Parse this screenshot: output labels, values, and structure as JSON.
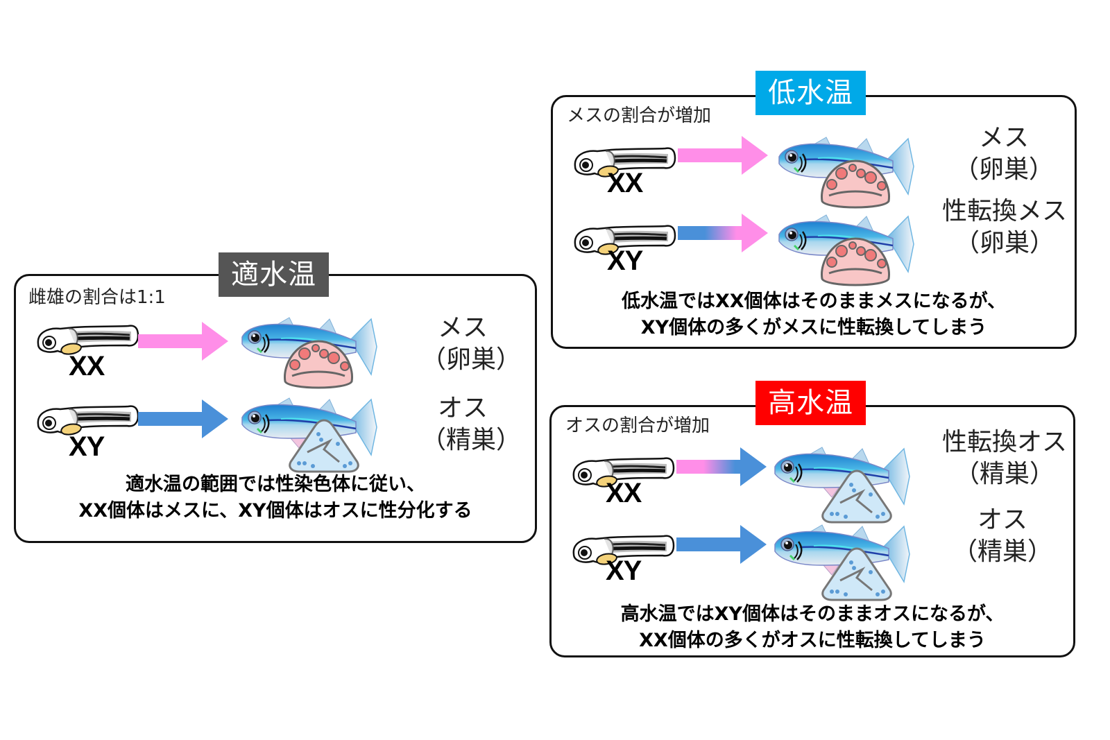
{
  "colors": {
    "optimal_tag": "#555555",
    "low_tag": "#00a9e8",
    "high_tag": "#ff0000",
    "female_arrow": "#ff8ee8",
    "male_arrow": "#4a90d9",
    "ovary_fill": "#f8c6c6",
    "ovary_dots": "#f07a7a",
    "testis_fill": "#cfe8f8",
    "testis_dots": "#5b9bd5"
  },
  "panels": {
    "optimal": {
      "tag": "適水温",
      "ratio_note": "雌雄の割合は1:1",
      "rows": [
        {
          "genotype": "XX",
          "arrow": "female",
          "gonad": "ovary",
          "label_line1": "メス",
          "label_line2": "（卵巣）"
        },
        {
          "genotype": "XY",
          "arrow": "male",
          "gonad": "testis",
          "label_line1": "オス",
          "label_line2": "（精巣）"
        }
      ],
      "caption_line1": "適水温の範囲では性染色体に従い、",
      "caption_line2": "XX個体はメスに、XY個体はオスに性分化する"
    },
    "low": {
      "tag": "低水温",
      "ratio_note": "メスの割合が増加",
      "rows": [
        {
          "genotype": "XX",
          "arrow": "female",
          "gonad": "ovary",
          "label_line1": "メス",
          "label_line2": "（卵巣）"
        },
        {
          "genotype": "XY",
          "arrow": "male-to-female",
          "gonad": "ovary",
          "label_line1": "性転換メス",
          "label_line2": "（卵巣）"
        }
      ],
      "caption_line1": "低水温ではXX個体はそのままメスになるが、",
      "caption_line2": "XY個体の多くがメスに性転換してしまう"
    },
    "high": {
      "tag": "高水温",
      "ratio_note": "オスの割合が増加",
      "rows": [
        {
          "genotype": "XX",
          "arrow": "female-to-male",
          "gonad": "testis",
          "label_line1": "性転換オス",
          "label_line2": "（精巣）"
        },
        {
          "genotype": "XY",
          "arrow": "male",
          "gonad": "testis",
          "label_line1": "オス",
          "label_line2": "（精巣）"
        }
      ],
      "caption_line1": "高水温ではXY個体はそのままオスになるが、",
      "caption_line2": "XX個体の多くがオスに性転換してしまう"
    }
  }
}
